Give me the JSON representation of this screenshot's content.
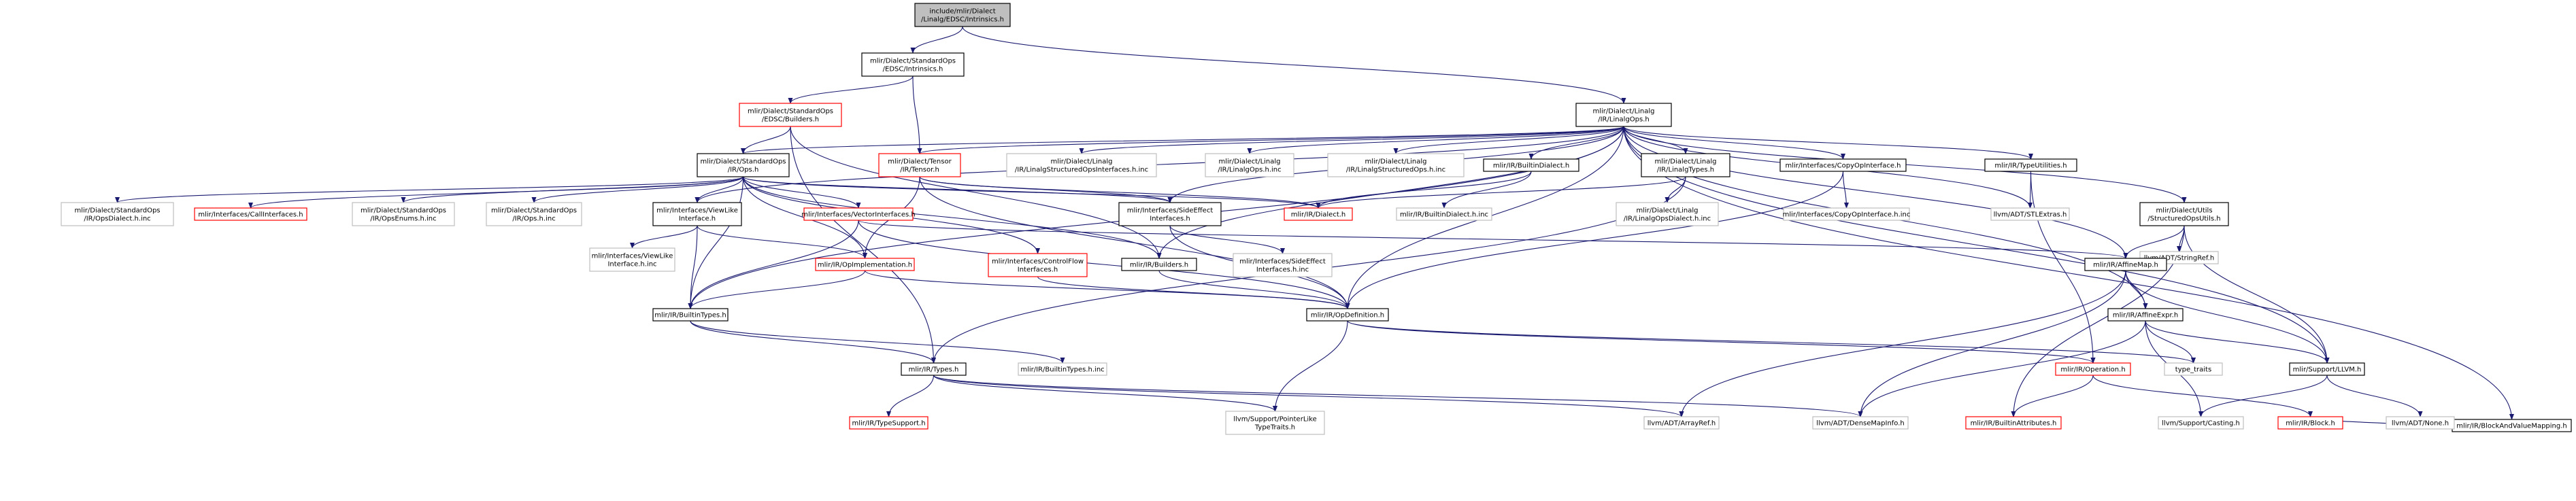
{
  "nodes": [
    {
      "id": "root",
      "lines": [
        "include/mlir/Dialect",
        "/Linalg/EDSC/Intrinsics.h"
      ],
      "style": "root"
    },
    {
      "id": "std_intr",
      "lines": [
        "mlir/Dialect/StandardOps",
        "/EDSC/Intrinsics.h"
      ],
      "style": "black"
    },
    {
      "id": "std_builders",
      "lines": [
        "mlir/Dialect/StandardOps",
        "/EDSC/Builders.h"
      ],
      "style": "red"
    },
    {
      "id": "linalg_ops",
      "lines": [
        "mlir/Dialect/Linalg",
        "/IR/LinalgOps.h"
      ],
      "style": "black"
    },
    {
      "id": "std_ops",
      "lines": [
        "mlir/Dialect/StandardOps",
        "/IR/Ops.h"
      ],
      "style": "black"
    },
    {
      "id": "tensor",
      "lines": [
        "mlir/Dialect/Tensor",
        "/IR/Tensor.h"
      ],
      "style": "red"
    },
    {
      "id": "lin_struct_if",
      "lines": [
        "mlir/Dialect/Linalg",
        "/IR/LinalgStructuredOpsInterfaces.h.inc"
      ],
      "style": "gray"
    },
    {
      "id": "lin_ops_inc",
      "lines": [
        "mlir/Dialect/Linalg",
        "/IR/LinalgOps.h.inc"
      ],
      "style": "gray"
    },
    {
      "id": "lin_struct_inc",
      "lines": [
        "mlir/Dialect/Linalg",
        "/IR/LinalgStructuredOps.h.inc"
      ],
      "style": "gray"
    },
    {
      "id": "builtin_dialect",
      "lines": [
        "mlir/IR/BuiltinDialect.h"
      ],
      "style": "black"
    },
    {
      "id": "lin_types",
      "lines": [
        "mlir/Dialect/Linalg",
        "/IR/LinalgTypes.h"
      ],
      "style": "black"
    },
    {
      "id": "copy_if",
      "lines": [
        "mlir/Interfaces/CopyOpInterface.h"
      ],
      "style": "black"
    },
    {
      "id": "type_util",
      "lines": [
        "mlir/IR/TypeUtilities.h"
      ],
      "style": "black"
    },
    {
      "id": "struct_utils",
      "lines": [
        "mlir/Dialect/Utils",
        "/StructuredOpsUtils.h"
      ],
      "style": "black"
    },
    {
      "id": "bvm",
      "lines": [
        "mlir/IR/BlockAndValueMapping.h"
      ],
      "style": "black"
    },
    {
      "id": "ops_dialect_inc",
      "lines": [
        "mlir/Dialect/StandardOps",
        "/IR/OpsDialect.h.inc"
      ],
      "style": "gray"
    },
    {
      "id": "call_if",
      "lines": [
        "mlir/Interfaces/CallInterfaces.h"
      ],
      "style": "red"
    },
    {
      "id": "ops_enums_inc",
      "lines": [
        "mlir/Dialect/StandardOps",
        "/IR/OpsEnums.h.inc"
      ],
      "style": "gray"
    },
    {
      "id": "ops_inc",
      "lines": [
        "mlir/Dialect/StandardOps",
        "/IR/Ops.h.inc"
      ],
      "style": "gray"
    },
    {
      "id": "view_like",
      "lines": [
        "mlir/Interfaces/ViewLike",
        "Interface.h"
      ],
      "style": "black"
    },
    {
      "id": "vector_if",
      "lines": [
        "mlir/Interfaces/VectorInterfaces.h"
      ],
      "style": "red"
    },
    {
      "id": "side_effect",
      "lines": [
        "mlir/Interfaces/SideEffect",
        "Interfaces.h"
      ],
      "style": "black"
    },
    {
      "id": "dialect",
      "lines": [
        "mlir/IR/Dialect.h"
      ],
      "style": "red"
    },
    {
      "id": "builtin_dialect_inc",
      "lines": [
        "mlir/IR/BuiltinDialect.h.inc"
      ],
      "style": "gray"
    },
    {
      "id": "lin_ops_dialect_inc",
      "lines": [
        "mlir/Dialect/Linalg",
        "/IR/LinalgOpsDialect.h.inc"
      ],
      "style": "gray"
    },
    {
      "id": "copy_if_inc",
      "lines": [
        "mlir/Interfaces/CopyOpInterface.h.inc"
      ],
      "style": "gray"
    },
    {
      "id": "stl_extras",
      "lines": [
        "llvm/ADT/STLExtras.h"
      ],
      "style": "gray"
    },
    {
      "id": "string_ref",
      "lines": [
        "llvm/ADT/StringRef.h"
      ],
      "style": "gray"
    },
    {
      "id": "view_like_inc",
      "lines": [
        "mlir/Interfaces/ViewLike",
        "Interface.h.inc"
      ],
      "style": "gray"
    },
    {
      "id": "op_impl",
      "lines": [
        "mlir/IR/OpImplementation.h"
      ],
      "style": "red"
    },
    {
      "id": "control_flow",
      "lines": [
        "mlir/Interfaces/ControlFlow",
        "Interfaces.h"
      ],
      "style": "red"
    },
    {
      "id": "builders",
      "lines": [
        "mlir/IR/Builders.h"
      ],
      "style": "black"
    },
    {
      "id": "side_effect_inc",
      "lines": [
        "mlir/Interfaces/SideEffect",
        "Interfaces.h.inc"
      ],
      "style": "gray"
    },
    {
      "id": "affine_map",
      "lines": [
        "mlir/IR/AffineMap.h"
      ],
      "style": "black"
    },
    {
      "id": "builtin_types",
      "lines": [
        "mlir/IR/BuiltinTypes.h"
      ],
      "style": "black"
    },
    {
      "id": "op_def",
      "lines": [
        "mlir/IR/OpDefinition.h"
      ],
      "style": "black"
    },
    {
      "id": "affine_expr",
      "lines": [
        "mlir/IR/AffineExpr.h"
      ],
      "style": "black"
    },
    {
      "id": "types",
      "lines": [
        "mlir/IR/Types.h"
      ],
      "style": "black"
    },
    {
      "id": "builtin_types_inc",
      "lines": [
        "mlir/IR/BuiltinTypes.h.inc"
      ],
      "style": "gray"
    },
    {
      "id": "operation",
      "lines": [
        "mlir/IR/Operation.h"
      ],
      "style": "red"
    },
    {
      "id": "type_traits",
      "lines": [
        "type_traits"
      ],
      "style": "gray"
    },
    {
      "id": "llvm_h",
      "lines": [
        "mlir/Support/LLVM.h"
      ],
      "style": "black"
    },
    {
      "id": "type_support",
      "lines": [
        "mlir/IR/TypeSupport.h"
      ],
      "style": "red"
    },
    {
      "id": "ptr_like",
      "lines": [
        "llvm/Support/PointerLike",
        "TypeTraits.h"
      ],
      "style": "gray"
    },
    {
      "id": "array_ref",
      "lines": [
        "llvm/ADT/ArrayRef.h"
      ],
      "style": "gray"
    },
    {
      "id": "dense_map",
      "lines": [
        "llvm/ADT/DenseMapInfo.h"
      ],
      "style": "gray"
    },
    {
      "id": "builtin_attrs",
      "lines": [
        "mlir/IR/BuiltinAttributes.h"
      ],
      "style": "red"
    },
    {
      "id": "casting",
      "lines": [
        "llvm/Support/Casting.h"
      ],
      "style": "gray"
    },
    {
      "id": "block",
      "lines": [
        "mlir/IR/Block.h"
      ],
      "style": "red"
    },
    {
      "id": "none",
      "lines": [
        "llvm/ADT/None.h"
      ],
      "style": "gray"
    }
  ],
  "edges": [
    [
      "root",
      "std_intr"
    ],
    [
      "root",
      "linalg_ops"
    ],
    [
      "std_intr",
      "std_builders"
    ],
    [
      "std_intr",
      "tensor"
    ],
    [
      "std_builders",
      "std_ops"
    ],
    [
      "std_builders",
      "builders"
    ],
    [
      "std_builders",
      "types"
    ],
    [
      "linalg_ops",
      "std_ops"
    ],
    [
      "linalg_ops",
      "tensor"
    ],
    [
      "linalg_ops",
      "lin_struct_if"
    ],
    [
      "linalg_ops",
      "lin_ops_inc"
    ],
    [
      "linalg_ops",
      "lin_struct_inc"
    ],
    [
      "linalg_ops",
      "builtin_dialect"
    ],
    [
      "linalg_ops",
      "lin_types"
    ],
    [
      "linalg_ops",
      "copy_if"
    ],
    [
      "linalg_ops",
      "type_util"
    ],
    [
      "linalg_ops",
      "struct_utils"
    ],
    [
      "linalg_ops",
      "bvm"
    ],
    [
      "linalg_ops",
      "view_like"
    ],
    [
      "linalg_ops",
      "side_effect"
    ],
    [
      "linalg_ops",
      "stl_extras"
    ],
    [
      "linalg_ops",
      "affine_map"
    ],
    [
      "linalg_ops",
      "builders"
    ],
    [
      "linalg_ops",
      "op_def"
    ],
    [
      "linalg_ops",
      "llvm_h"
    ],
    [
      "linalg_ops",
      "affine_expr"
    ],
    [
      "linalg_ops",
      "builtin_types"
    ],
    [
      "std_ops",
      "ops_dialect_inc"
    ],
    [
      "std_ops",
      "call_if"
    ],
    [
      "std_ops",
      "ops_enums_inc"
    ],
    [
      "std_ops",
      "ops_inc"
    ],
    [
      "std_ops",
      "view_like"
    ],
    [
      "std_ops",
      "vector_if"
    ],
    [
      "std_ops",
      "side_effect"
    ],
    [
      "std_ops",
      "dialect"
    ],
    [
      "std_ops",
      "op_impl"
    ],
    [
      "std_ops",
      "control_flow"
    ],
    [
      "std_ops",
      "builders"
    ],
    [
      "std_ops",
      "builtin_types"
    ],
    [
      "tensor",
      "dialect"
    ],
    [
      "tensor",
      "side_effect"
    ],
    [
      "tensor",
      "op_impl"
    ],
    [
      "tensor",
      "op_def"
    ],
    [
      "builtin_dialect",
      "dialect"
    ],
    [
      "builtin_dialect",
      "builtin_dialect_inc"
    ],
    [
      "lin_types",
      "dialect"
    ],
    [
      "lin_types",
      "lin_ops_dialect_inc"
    ],
    [
      "lin_types",
      "types"
    ],
    [
      "copy_if",
      "copy_if_inc"
    ],
    [
      "copy_if",
      "op_def"
    ],
    [
      "type_util",
      "stl_extras"
    ],
    [
      "type_util",
      "operation"
    ],
    [
      "struct_utils",
      "affine_map"
    ],
    [
      "struct_utils",
      "string_ref"
    ],
    [
      "struct_utils",
      "llvm_h"
    ],
    [
      "struct_utils",
      "builtin_attrs"
    ],
    [
      "bvm",
      "block"
    ],
    [
      "view_like",
      "view_like_inc"
    ],
    [
      "view_like",
      "op_impl"
    ],
    [
      "view_like",
      "builtin_types"
    ],
    [
      "vector_if",
      "affine_map"
    ],
    [
      "vector_if",
      "op_def"
    ],
    [
      "vector_if",
      "builtin_types"
    ],
    [
      "side_effect",
      "side_effect_inc"
    ],
    [
      "side_effect",
      "op_def"
    ],
    [
      "op_impl",
      "builtin_types"
    ],
    [
      "op_impl",
      "op_def"
    ],
    [
      "control_flow",
      "op_def"
    ],
    [
      "builders",
      "op_def"
    ],
    [
      "affine_map",
      "affine_expr"
    ],
    [
      "affine_map",
      "llvm_h"
    ],
    [
      "affine_map",
      "dense_map"
    ],
    [
      "affine_map",
      "array_ref"
    ],
    [
      "affine_expr",
      "type_traits"
    ],
    [
      "affine_expr",
      "llvm_h"
    ],
    [
      "affine_expr",
      "dense_map"
    ],
    [
      "affine_expr",
      "casting"
    ],
    [
      "builtin_types",
      "types"
    ],
    [
      "builtin_types",
      "builtin_types_inc"
    ],
    [
      "op_def",
      "operation"
    ],
    [
      "op_def",
      "type_traits"
    ],
    [
      "op_def",
      "ptr_like"
    ],
    [
      "types",
      "type_support"
    ],
    [
      "types",
      "ptr_like"
    ],
    [
      "types",
      "array_ref"
    ],
    [
      "types",
      "dense_map"
    ],
    [
      "operation",
      "block"
    ],
    [
      "operation",
      "builtin_attrs"
    ],
    [
      "llvm_h",
      "casting"
    ],
    [
      "llvm_h",
      "none"
    ]
  ],
  "colors": {
    "edge": "#191970",
    "black": "#000000",
    "red": "#ff0000",
    "gray": "#bfbfbf",
    "root_fill": "#bfbfbf"
  }
}
